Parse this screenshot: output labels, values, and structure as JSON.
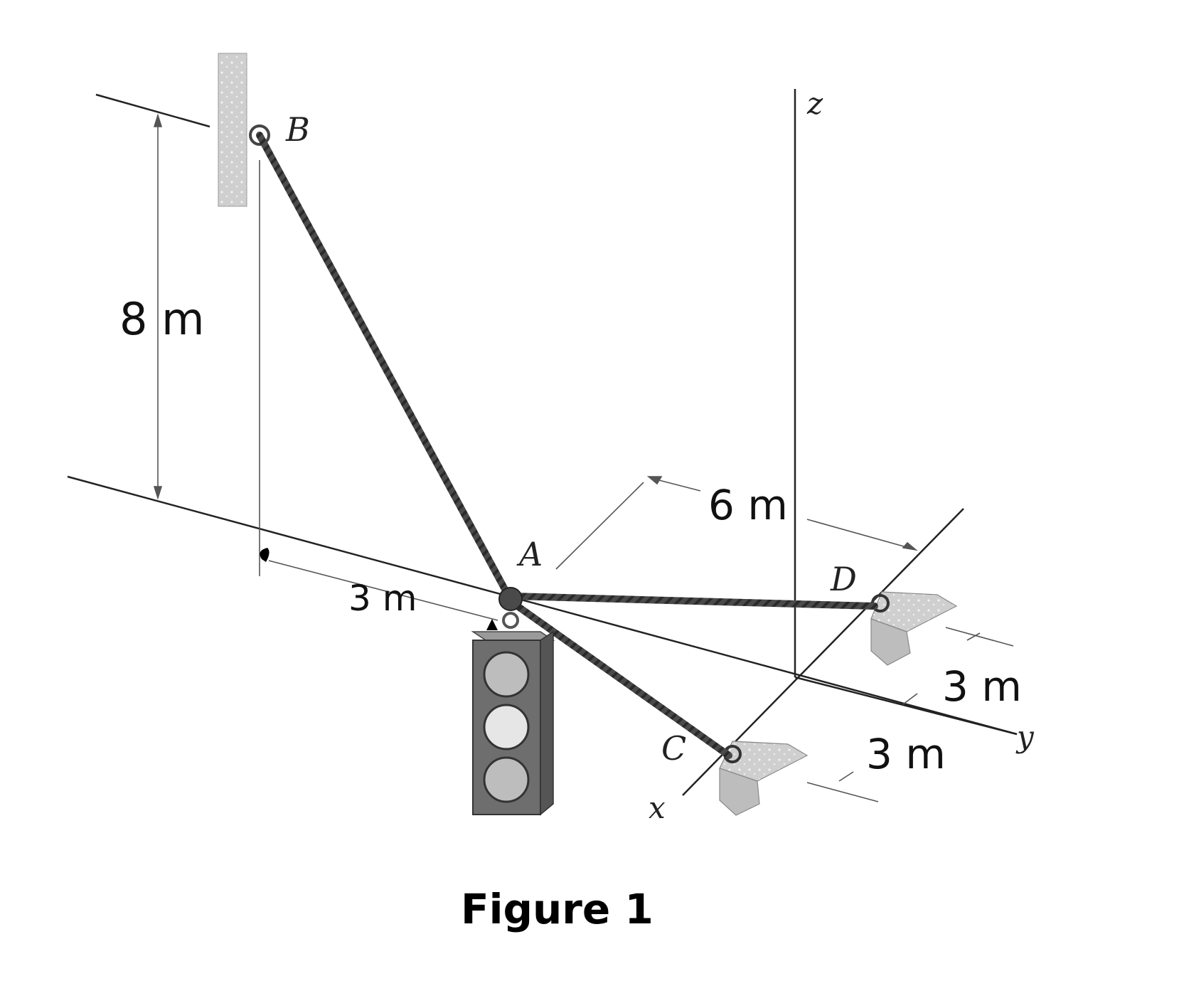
{
  "figure": {
    "caption": "Figure 1",
    "points": {
      "A": "A",
      "B": "B",
      "C": "C",
      "D": "D"
    },
    "axes": {
      "x": "x",
      "y": "y",
      "z": "z"
    },
    "dimensions": {
      "height_B": "8 m",
      "offset_A": "3 m",
      "distance_A": "6 m",
      "spacing_D": "3 m",
      "spacing_C": "3 m"
    },
    "colors": {
      "cable": "#3a3a3a",
      "line": "#222222",
      "support_fill": "#d4d4d4",
      "signal_body": "#6e6e6e"
    }
  }
}
